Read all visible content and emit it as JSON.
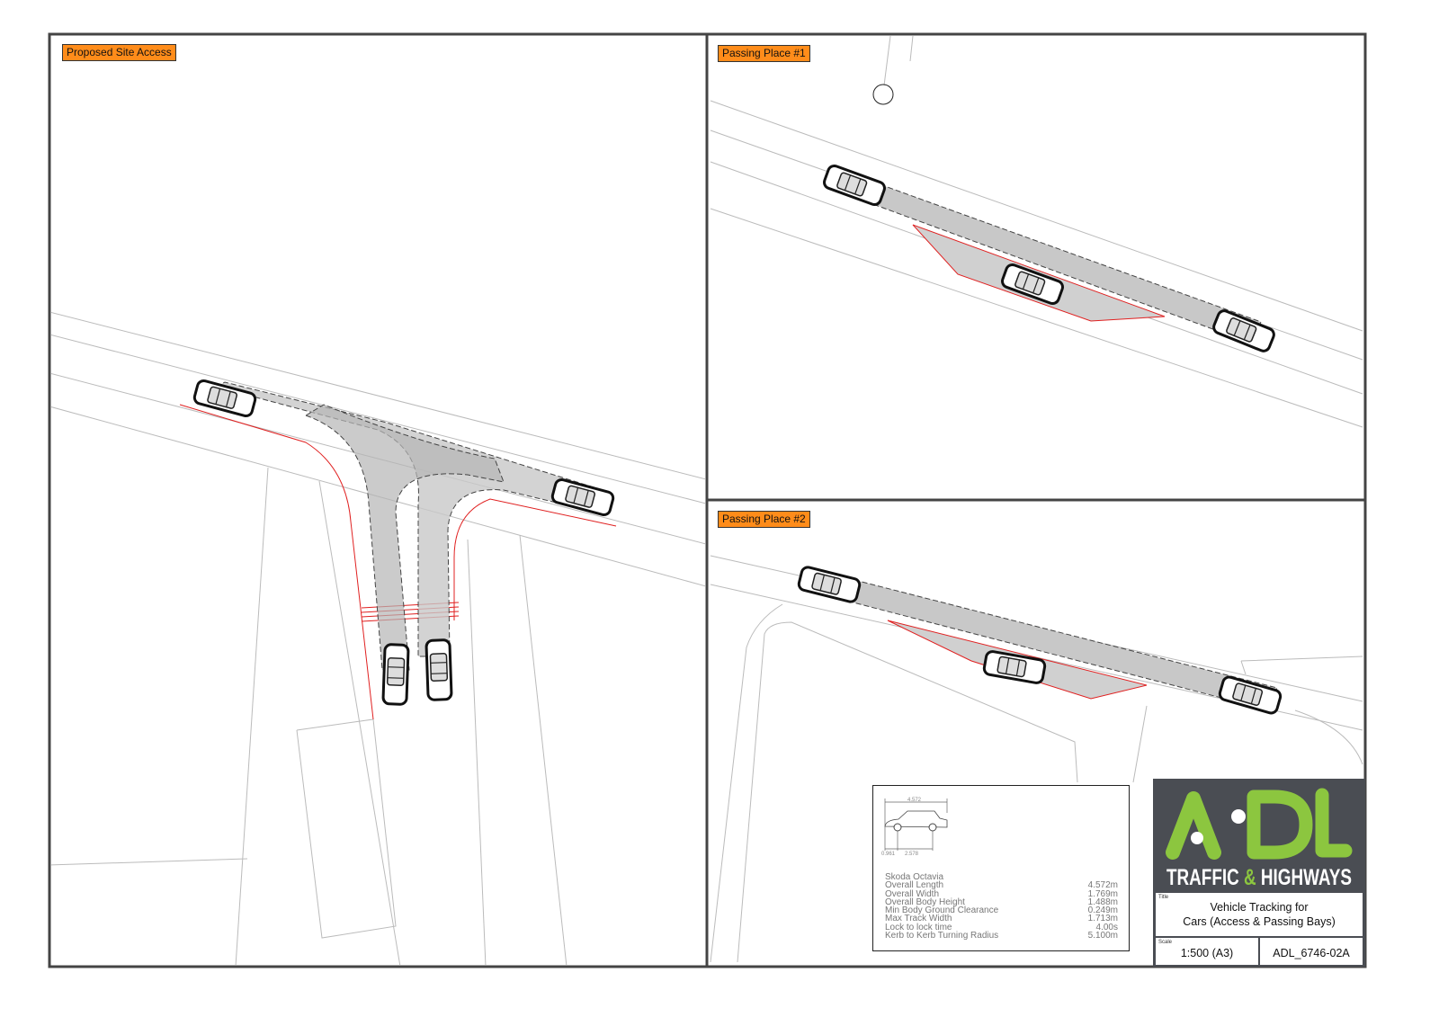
{
  "panels": {
    "site_access": {
      "label": "Proposed Site Access"
    },
    "passing_place_1": {
      "label": "Passing Place #1"
    },
    "passing_place_2": {
      "label": "Passing Place #2"
    }
  },
  "vehicle_spec": {
    "dimension_length": "4.572",
    "dimension_front": "0.961",
    "dimension_wheelbase": "2.578",
    "name": "Skoda Octavia",
    "rows": [
      {
        "label": "Overall Length",
        "value": "4.572m"
      },
      {
        "label": "Overall Width",
        "value": "1.769m"
      },
      {
        "label": "Overall Body Height",
        "value": "1.488m"
      },
      {
        "label": "Min Body Ground Clearance",
        "value": "0.249m"
      },
      {
        "label": "Max Track Width",
        "value": "1.713m"
      },
      {
        "label": "Lock to lock time",
        "value": "4.00s"
      },
      {
        "label": "Kerb to Kerb Turning Radius",
        "value": "5.100m"
      }
    ]
  },
  "title_block": {
    "logo_text": "ADL",
    "logo_sub": "TRAFFIC & HIGHWAYS",
    "title_caption": "Title",
    "title_line1": "Vehicle Tracking for",
    "title_line2": "Cars (Access & Passing Bays)",
    "scale_caption": "Scale",
    "scale": "1:500 (A3)",
    "drawing_number": "ADL_6746-02A"
  },
  "colors": {
    "label_bg": "#ff8c1a",
    "bay_outline": "#e02020",
    "swept_path": "#c8c8c8",
    "logo_green": "#8cc63f",
    "logo_bg": "#4a4d53"
  }
}
